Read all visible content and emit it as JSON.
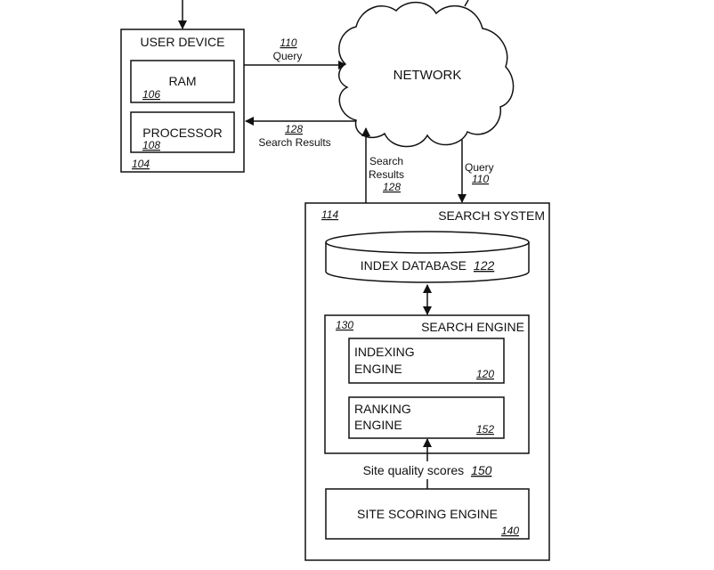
{
  "user_device": {
    "title": "USER DEVICE",
    "ref": "104",
    "ram": {
      "label": "RAM",
      "ref": "106"
    },
    "processor": {
      "label": "PROCESSOR",
      "ref": "108"
    }
  },
  "network": {
    "label": "NETWORK"
  },
  "edges": {
    "query_to_network": {
      "ref": "110",
      "label": "Query"
    },
    "results_to_device": {
      "ref": "128",
      "label": "Search Results"
    },
    "results_from_search": {
      "label_line1": "Search",
      "label_line2": "Results",
      "ref": "128"
    },
    "query_to_search": {
      "label": "Query",
      "ref": "110"
    },
    "site_quality": {
      "label": "Site quality scores",
      "ref": "150"
    }
  },
  "search_system": {
    "title": "SEARCH SYSTEM",
    "ref": "114",
    "index_database": {
      "label": "INDEX DATABASE",
      "ref": "122"
    },
    "search_engine": {
      "title": "SEARCH ENGINE",
      "ref": "130",
      "indexing_engine": {
        "line1": "INDEXING",
        "line2": "ENGINE",
        "ref": "120"
      },
      "ranking_engine": {
        "line1": "RANKING",
        "line2": "ENGINE",
        "ref": "152"
      }
    },
    "site_scoring_engine": {
      "label": "SITE SCORING ENGINE",
      "ref": "140"
    }
  }
}
